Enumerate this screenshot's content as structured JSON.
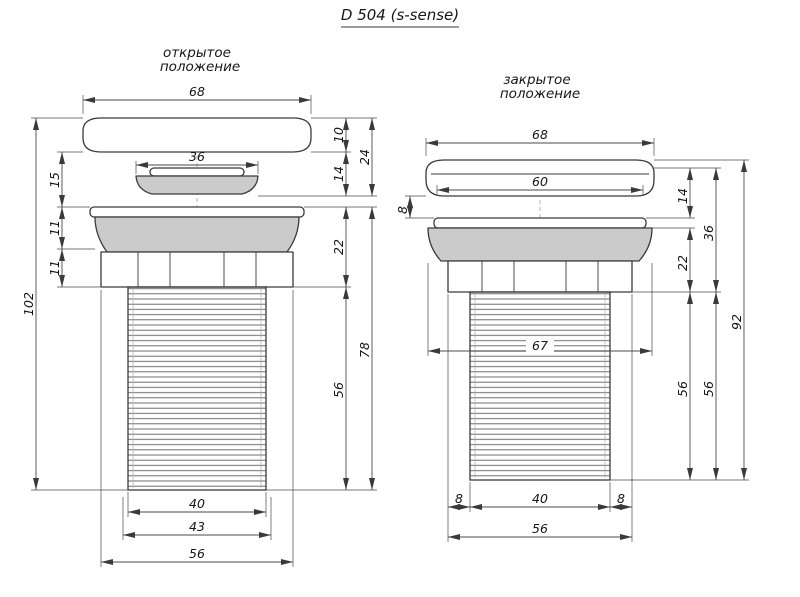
{
  "title": "D 504 (s-sense)",
  "drawings": {
    "left": {
      "label1": "открытое",
      "label2": "положение",
      "dims": {
        "w68": "68",
        "w36": "36",
        "h15": "15",
        "h11a": "11",
        "h11b": "11",
        "h102": "102",
        "h10": "10",
        "h14": "14",
        "h22": "22",
        "h56": "56",
        "h24": "24",
        "h78": "78",
        "w40": "40",
        "w43": "43",
        "w56": "56"
      }
    },
    "right": {
      "label1": "закрытое",
      "label2": "положение",
      "dims": {
        "w68": "68",
        "w60": "60",
        "h8": "8",
        "h14": "14",
        "h22": "22",
        "h36": "36",
        "h56a": "56",
        "h56b": "56",
        "h92": "92",
        "w67": "67",
        "b8l": "8",
        "b40": "40",
        "b8r": "8",
        "b56": "56"
      }
    }
  }
}
